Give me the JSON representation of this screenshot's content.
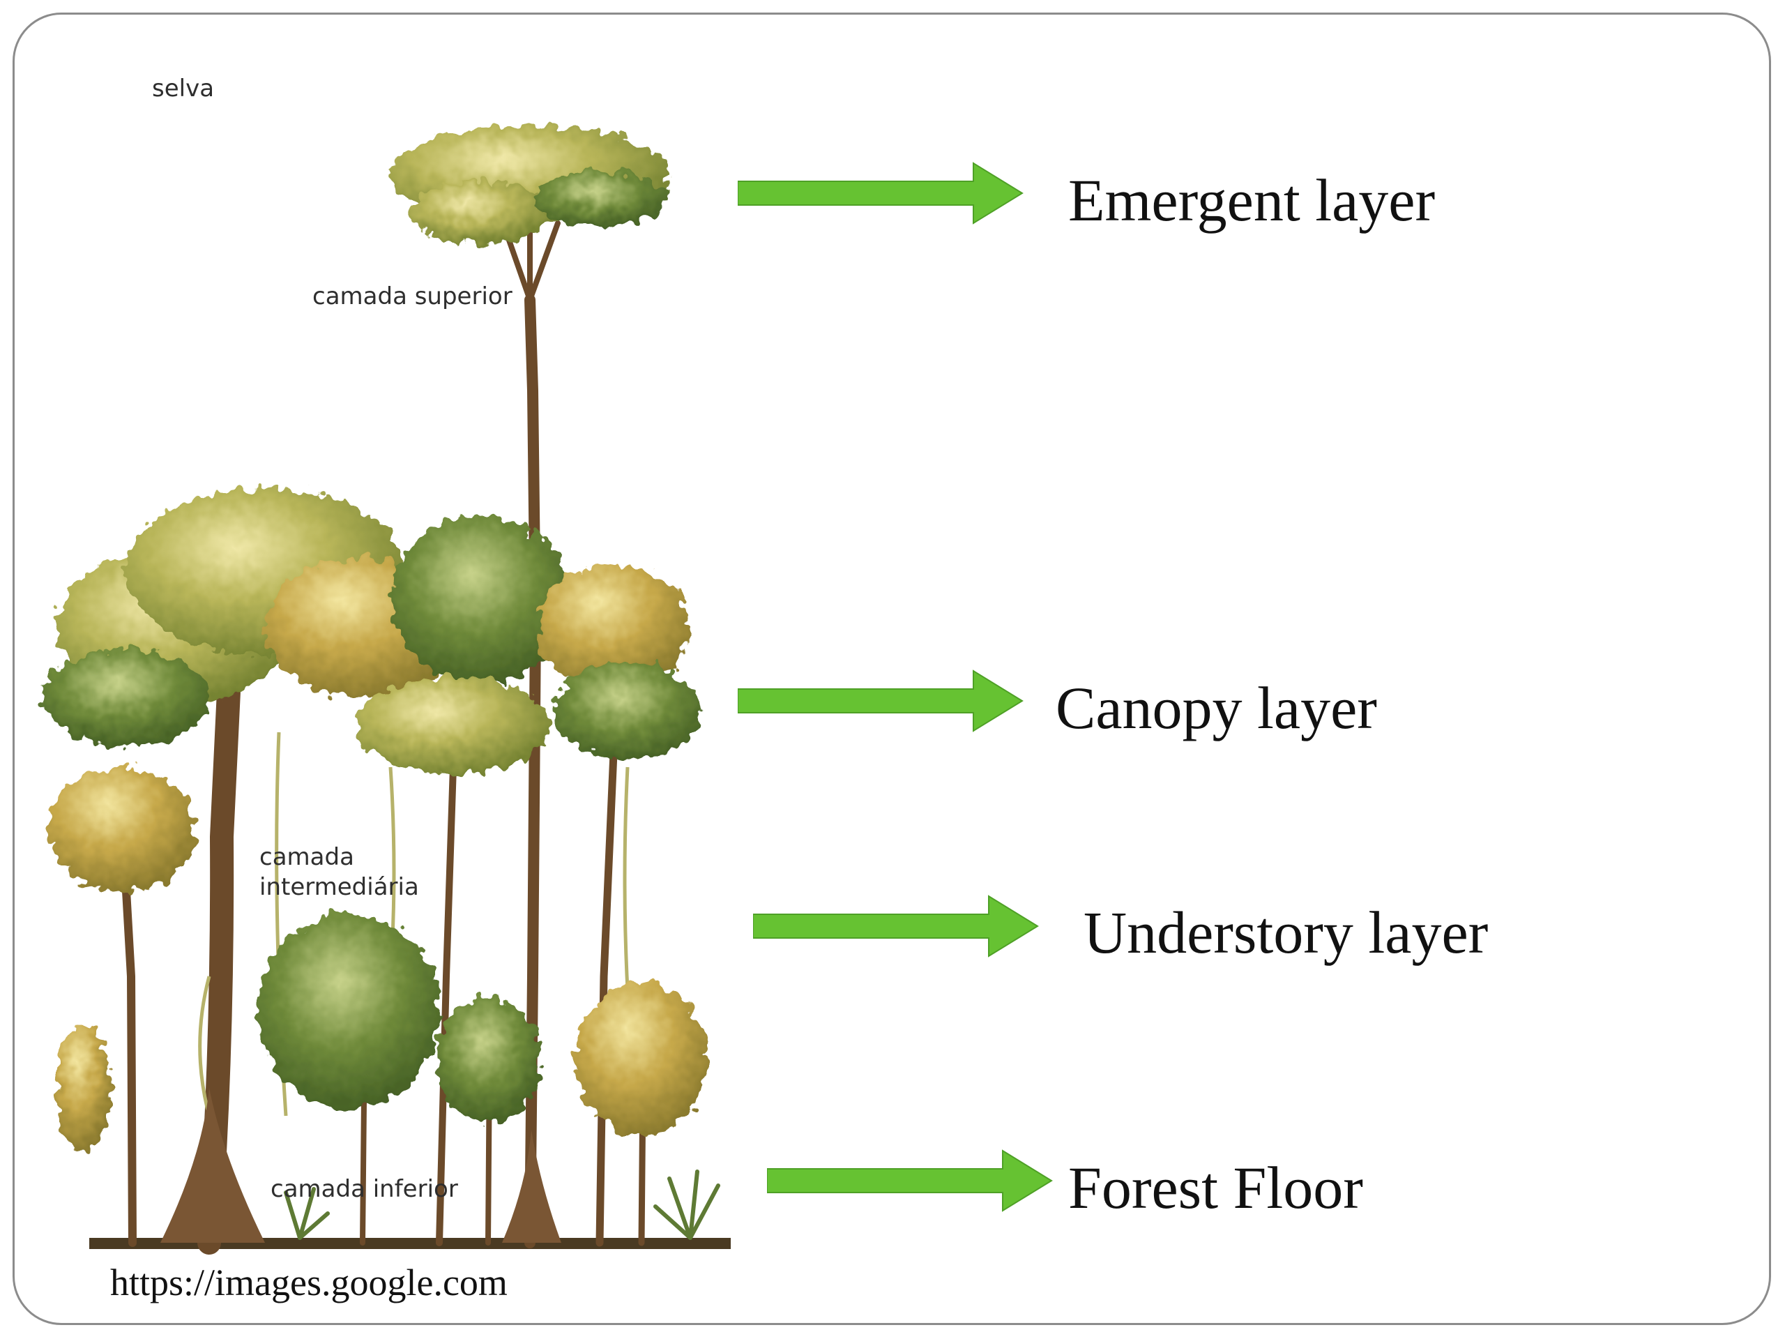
{
  "slide": {
    "arrow_color": "#66c232",
    "arrow_edge_color": "#4ea026",
    "photo_labels": {
      "selva": "selva",
      "camada_superior": "camada superior",
      "camada_intermediaria_1": "camada",
      "camada_intermediaria_2": "intermediária",
      "camada_inferior": "camada inferior"
    },
    "layers": [
      {
        "label": "Emergent layer"
      },
      {
        "label": "Canopy layer"
      },
      {
        "label": "Understory layer"
      },
      {
        "label": "Forest Floor"
      }
    ],
    "source": "https://images.google.com"
  }
}
